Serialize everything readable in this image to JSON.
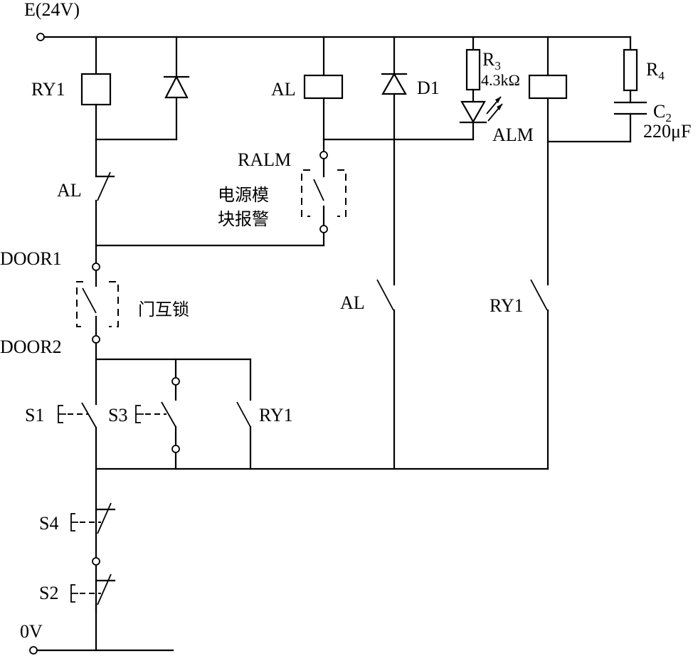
{
  "diagram": {
    "type": "relay control circuit schematic",
    "supply": {
      "positive_label": "E(24V)",
      "negative_label": "0V"
    },
    "components": {
      "relay_ry1": {
        "label": "RY1"
      },
      "relay_al": {
        "label": "AL"
      },
      "diode_d1": {
        "label": "D1"
      },
      "resistor_r3": {
        "label_main": "R",
        "label_sub": "3",
        "value": "4.3kΩ"
      },
      "led_alm": {
        "label": "ALM"
      },
      "resistor_r4": {
        "label_main": "R",
        "label_sub": "4"
      },
      "capacitor_c2": {
        "label_main": "C",
        "label_sub": "2",
        "value": "220μF"
      },
      "contact_al_nc": {
        "label": "AL"
      },
      "contact_ralm": {
        "label": "RALM",
        "note_line1": "电源模",
        "note_line2": "块报警"
      },
      "door_interlock": {
        "label_top": "DOOR1",
        "label_bottom": "DOOR2",
        "note": "门互锁"
      },
      "contact_al_no": {
        "label": "AL"
      },
      "contact_ry1_no_right": {
        "label": "RY1"
      },
      "button_s1": {
        "label": "S1"
      },
      "button_s3": {
        "label": "S3"
      },
      "contact_ry1_hold": {
        "label": "RY1"
      },
      "button_s4": {
        "label": "S4"
      },
      "button_s2": {
        "label": "S2"
      }
    }
  }
}
